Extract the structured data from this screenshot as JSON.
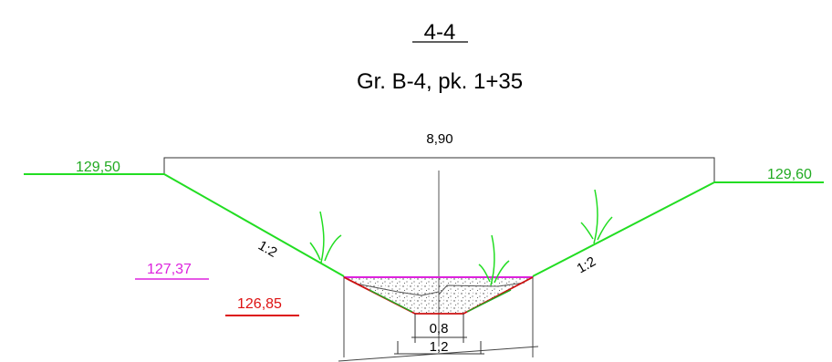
{
  "section_label": "4-4",
  "subtitle": "Gr. B-4, pk. 1+35",
  "top_width": "8,90",
  "left_elevation": "129,50",
  "right_elevation": "129,60",
  "water_level": "127,37",
  "bottom_elevation": "126,85",
  "left_slope": "1:2",
  "right_slope": "1:2",
  "bottom_width_inner": "0,8",
  "bottom_width_outer": "1,2",
  "colors": {
    "ground_line": "#22dd22",
    "water_level": "#dd22dd",
    "bottom_elevation": "#dd1111",
    "lines": "#333333",
    "text": "#000000"
  }
}
